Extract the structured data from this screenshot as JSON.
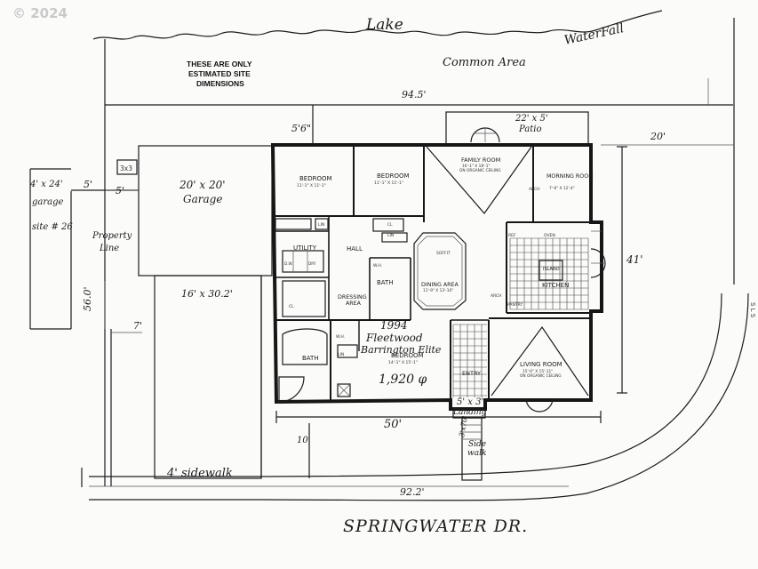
{
  "watermark": "© 2024",
  "top": {
    "lake": "Lake",
    "waterfall": "WaterFall",
    "common_area": "Common Area",
    "disclaimer": [
      "THESE ARE ONLY",
      "ESTIMATED SITE",
      "DIMENSIONS"
    ]
  },
  "dimensions": {
    "top_width": "94.5'",
    "bottom_width": "92.2'",
    "left_depth": "56.0'",
    "right_depth": "41'",
    "rear_setback": "5'6\"",
    "right_setback": "20'",
    "front_setback": "10'",
    "house_width": "50'",
    "side_gap_a": "5'",
    "side_gap_b": "5'",
    "side_yard": "7'"
  },
  "site_left": {
    "neighbor_garage": "4' x 24'",
    "neighbor_garage_word": "garage",
    "site_label": "site # 26",
    "property_line": [
      "Property",
      "Line"
    ],
    "small_box": "3x3"
  },
  "garage": {
    "size": "20' x 20'",
    "label": "Garage"
  },
  "carport": "16' x 30.2'",
  "patio": {
    "size": "22' x 5'",
    "label": "Patio"
  },
  "rooms": {
    "bedroom_1": {
      "name": "BEDROOM",
      "dims": "11'-1\" X 11'-1\""
    },
    "bedroom_2": {
      "name": "BEDROOM",
      "dims": "11'-1\" X 11'-1\""
    },
    "family_room": {
      "name": "FAMILY ROOM",
      "dims": "16'-1\" X 18'-1\"",
      "note": "ON ORGANIC CEILING"
    },
    "morning_room": {
      "name": "MORNING ROOM",
      "dims": "7'-6\" X 12'-4\""
    },
    "utility": "UTILITY",
    "hall": "HALL",
    "dressing_area": [
      "DRESSING",
      "AREA"
    ],
    "bath_hall": "BATH",
    "dining_area": {
      "name": "DINING AREA",
      "dims": "11'-9\" X 13'-10\""
    },
    "kitchen": "KITCHEN",
    "island": "ISLAND",
    "master_bath": "BATH",
    "master_bedroom": {
      "name": "BEDROOM",
      "dims": "14'-1\" X 15'-1\""
    },
    "living_room": {
      "name": "LIVING ROOM",
      "dims": "15'-6\" X 15'-11\"",
      "note": "ON ORGANIC CEILING"
    },
    "entry": "ENTRY"
  },
  "fixtures": {
    "lin_a": "LIN",
    "lin_b": "LIN",
    "lin_c": "LIN",
    "cl_a": "CL",
    "cl_b": "CL",
    "wh_a": "W.H.",
    "wh_b": "W.H.",
    "soffit": "SOFFIT",
    "arch_a": "ARCH",
    "arch_b": "ARCH",
    "ref": "REF",
    "oven": "OVEN",
    "pantry": "PANTRY",
    "dw": "D.W.",
    "dr": "DRY"
  },
  "home": {
    "year": "1994",
    "make": "Fleetwood",
    "model": "Barrington Elite",
    "sqft": "1,920 φ"
  },
  "front": {
    "landing_size": "5' x 3'",
    "landing_label": "Landing",
    "sidewalk_size": "3'x70'",
    "sidewalk_a": "Side",
    "sidewalk_b": "walk",
    "sidewalk_4": "4' sidewalk",
    "street": "SPRINGWATER DR."
  },
  "edge_text": "S L S"
}
